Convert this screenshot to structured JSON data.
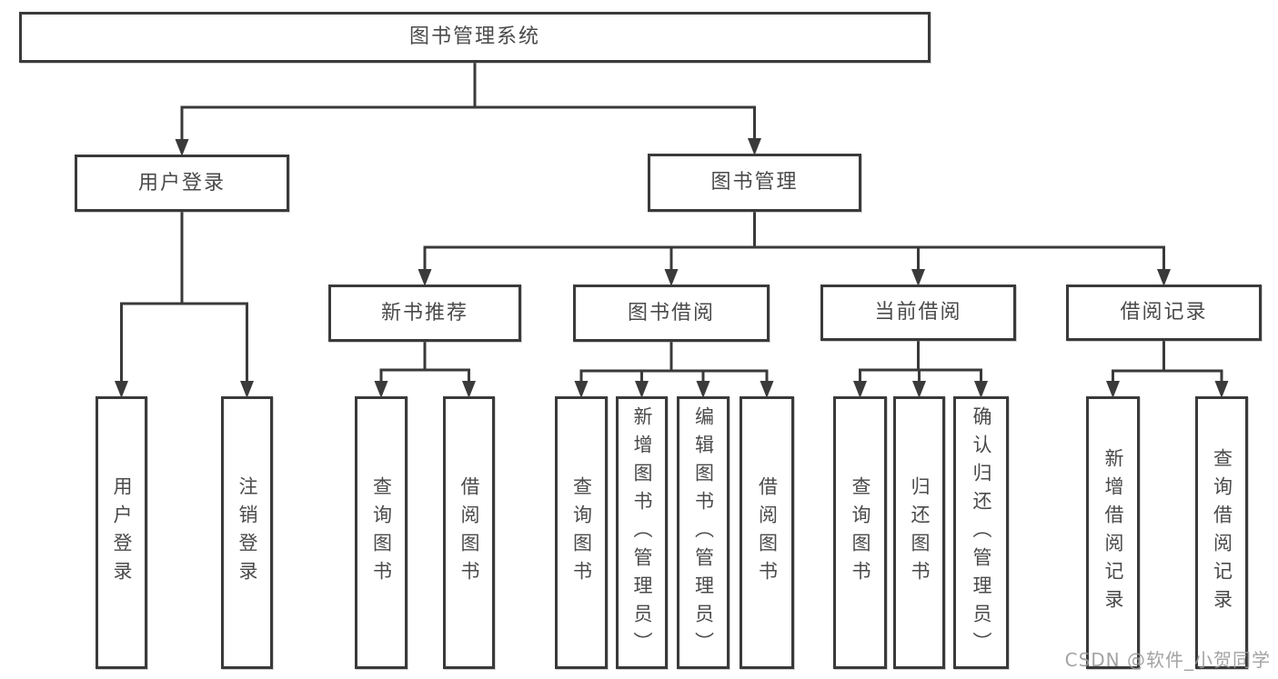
{
  "diagram": {
    "title": "图书管理系统",
    "watermark": "CSDN @软件_小贺同学",
    "colors": {
      "line": "#3a3a3a",
      "text": "#4a4a4a",
      "watermark": "#9a9a9a",
      "background": "#ffffff"
    },
    "nodes": [
      {
        "id": "root",
        "label": "图书管理系统",
        "level": 1,
        "parent": null
      },
      {
        "id": "user-login",
        "label": "用户登录",
        "level": 2,
        "parent": "root"
      },
      {
        "id": "book-mgmt",
        "label": "图书管理",
        "level": 2,
        "parent": "root"
      },
      {
        "id": "new-rec",
        "label": "新书推荐",
        "level": 3,
        "parent": "book-mgmt"
      },
      {
        "id": "book-borrow",
        "label": "图书借阅",
        "level": 3,
        "parent": "book-mgmt"
      },
      {
        "id": "current-borrow",
        "label": "当前借阅",
        "level": 3,
        "parent": "book-mgmt"
      },
      {
        "id": "borrow-records",
        "label": "借阅记录",
        "level": 3,
        "parent": "book-mgmt"
      },
      {
        "id": "login",
        "label": "用户登录",
        "level": 4,
        "parent": "user-login"
      },
      {
        "id": "logout",
        "label": "注销登录",
        "level": 4,
        "parent": "user-login"
      },
      {
        "id": "nr-query",
        "label": "查询图书",
        "level": 4,
        "parent": "new-rec"
      },
      {
        "id": "nr-borrow",
        "label": "借阅图书",
        "level": 4,
        "parent": "new-rec"
      },
      {
        "id": "bb-query",
        "label": "查询图书",
        "level": 4,
        "parent": "book-borrow"
      },
      {
        "id": "bb-add",
        "label": "新增图书（管理员）",
        "level": 4,
        "parent": "book-borrow"
      },
      {
        "id": "bb-edit",
        "label": "编辑图书（管理员）",
        "level": 4,
        "parent": "book-borrow"
      },
      {
        "id": "bb-borrow",
        "label": "借阅图书",
        "level": 4,
        "parent": "book-borrow"
      },
      {
        "id": "cb-query",
        "label": "查询图书",
        "level": 4,
        "parent": "current-borrow"
      },
      {
        "id": "cb-return",
        "label": "归还图书",
        "level": 4,
        "parent": "current-borrow"
      },
      {
        "id": "cb-confirm",
        "label": "确认归还（管理员）",
        "level": 4,
        "parent": "current-borrow"
      },
      {
        "id": "br-add",
        "label": "新增借阅记录",
        "level": 4,
        "parent": "borrow-records"
      },
      {
        "id": "br-query",
        "label": "查询借阅记录",
        "level": 4,
        "parent": "borrow-records"
      }
    ]
  }
}
